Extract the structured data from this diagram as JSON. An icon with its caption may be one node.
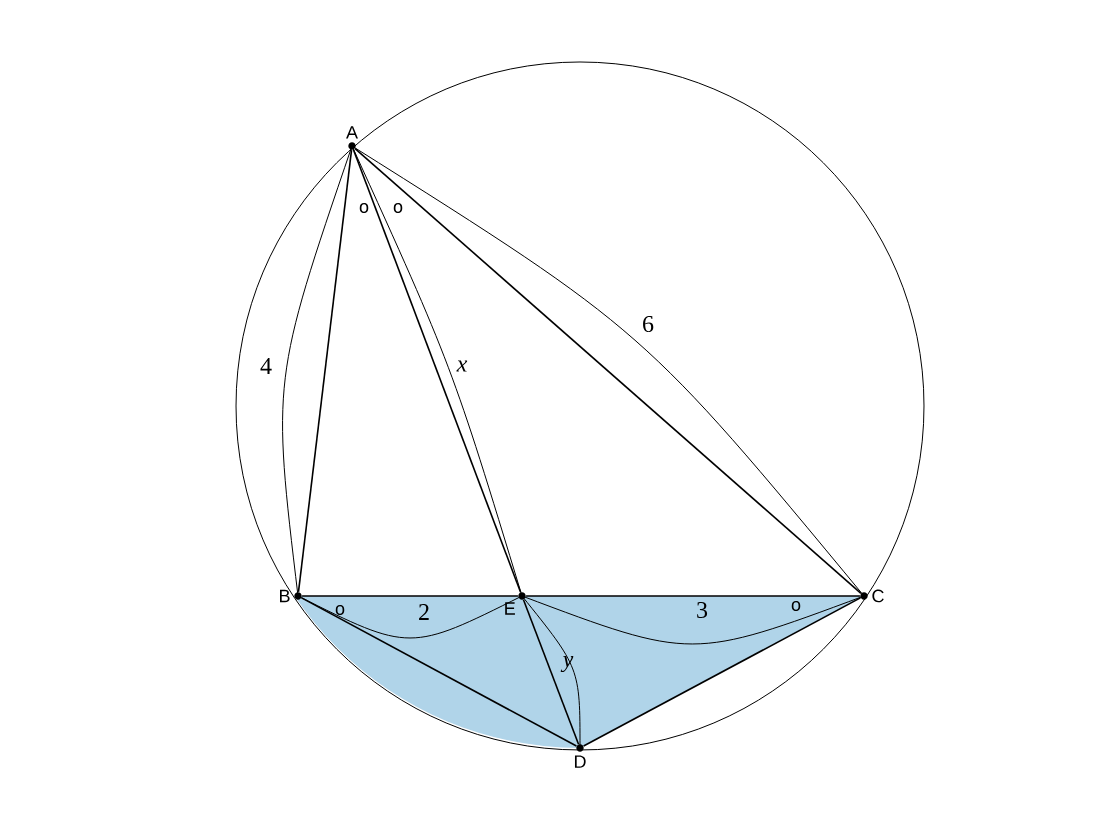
{
  "diagram": {
    "nodes": [
      {
        "text": [
          "A"
        ]
      },
      {
        "text": [
          "B"
        ]
      },
      {
        "text": [
          "C"
        ]
      },
      {
        "text": [
          "D"
        ]
      },
      {
        "text": [
          "E"
        ]
      }
    ],
    "edges": [
      {
        "from": 0,
        "to": 1,
        "arrow": "none",
        "label": "4"
      },
      {
        "from": 0,
        "to": 4,
        "arrow": "none",
        "label": "x"
      },
      {
        "from": 0,
        "to": 2,
        "arrow": "none",
        "label": "6"
      },
      {
        "from": 1,
        "to": 4,
        "arrow": "none",
        "label": "2"
      },
      {
        "from": 4,
        "to": 2,
        "arrow": "none",
        "label": "3"
      },
      {
        "from": 4,
        "to": 3,
        "arrow": "none",
        "label": "y"
      },
      {
        "from": 1,
        "to": 3,
        "arrow": "none"
      },
      {
        "from": 2,
        "to": 3,
        "arrow": "none"
      }
    ],
    "labels": [
      "o",
      "o",
      "o",
      "o"
    ]
  }
}
